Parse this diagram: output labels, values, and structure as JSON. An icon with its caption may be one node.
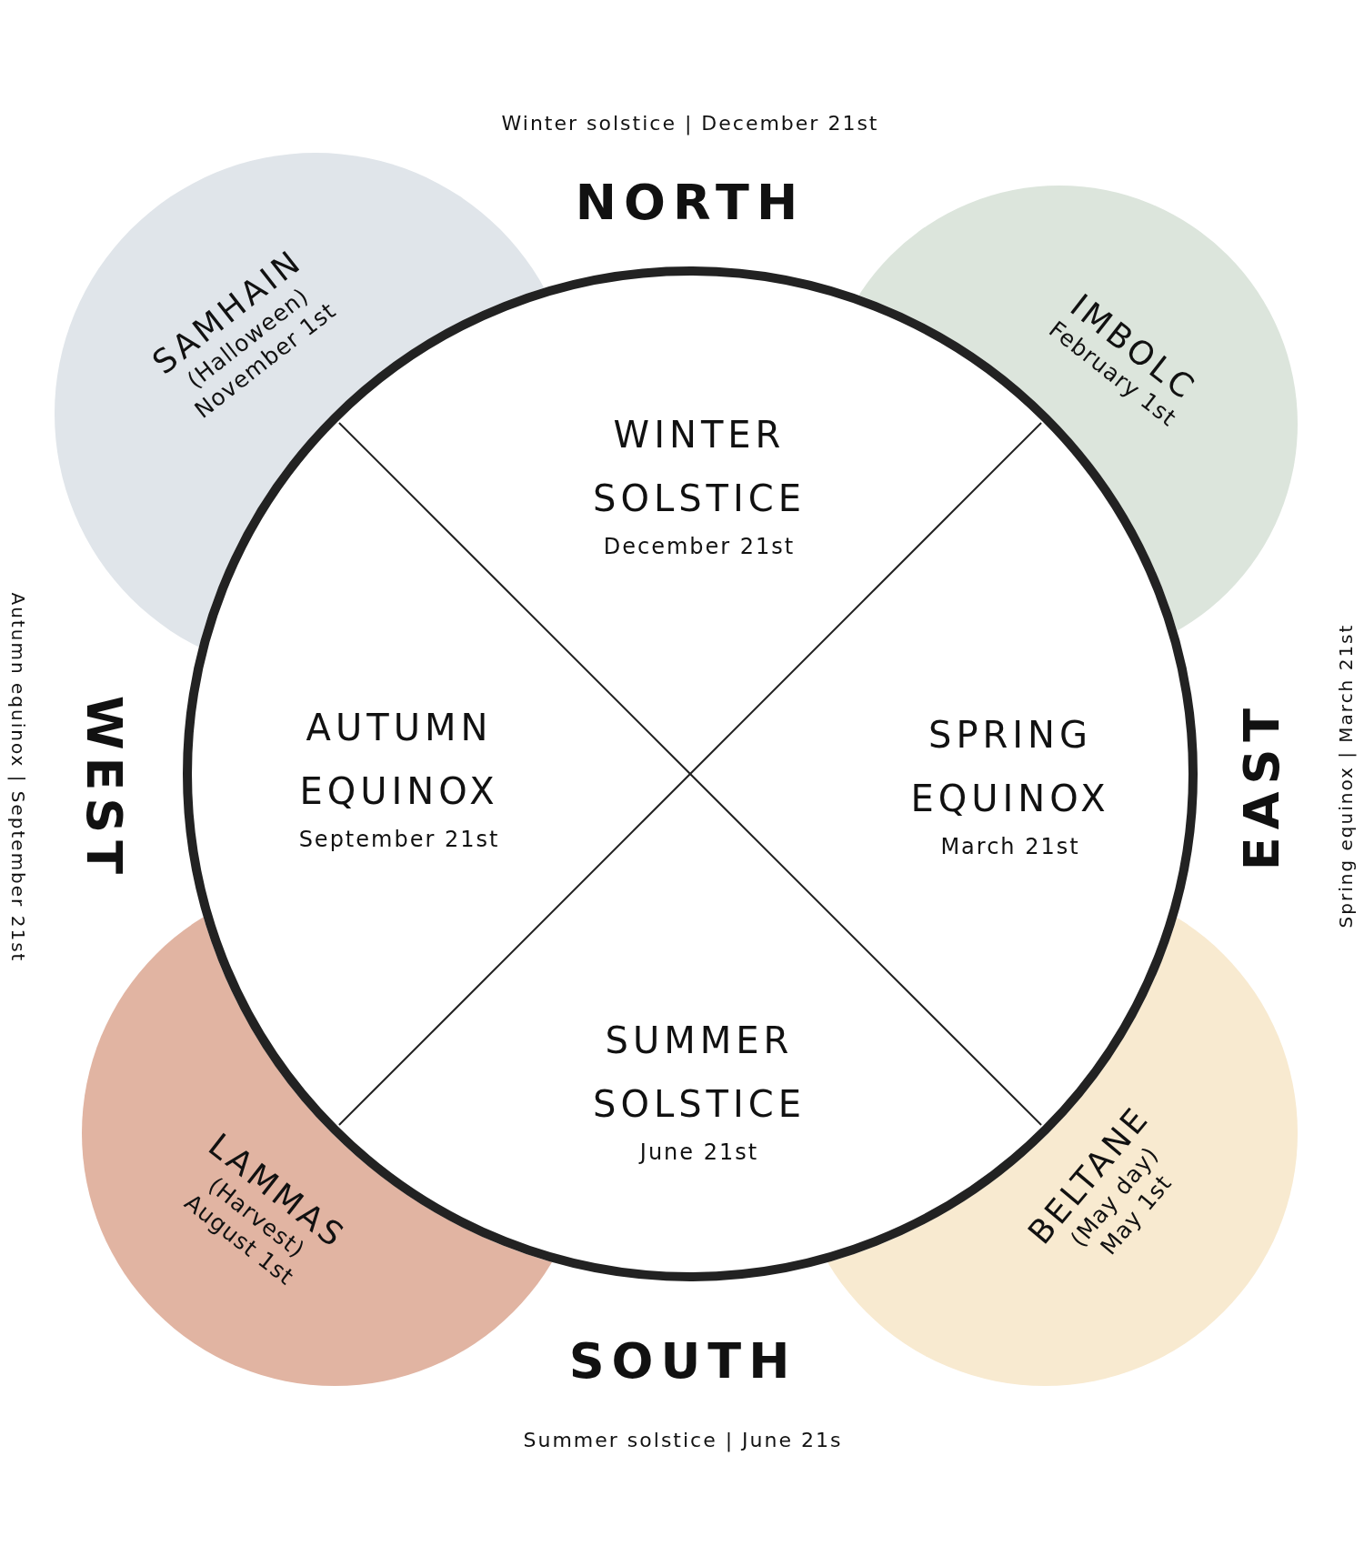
{
  "diagram": {
    "nodes": [
      {
        "text": [],
        "shape": "circle"
      },
      {
        "text": [
          "SAMHAIN",
          "(Halloween)",
          "November 1st"
        ]
      },
      {
        "text": [
          "IMBOLC",
          "February 1st"
        ]
      },
      {
        "text": [
          "WINTER SOLSTICE",
          "December 21st"
        ],
        "in": 0
      },
      {
        "text": [
          "AUTUMN EQUINOX",
          "September 21st"
        ],
        "in": 0
      },
      {
        "text": [
          "SPRING EQUINOX",
          "March 21st"
        ],
        "in": 0
      },
      {
        "text": [
          "SUMMER SOLSTICE",
          "June 21st"
        ],
        "in": 0
      },
      {
        "text": [
          "LAMMAS",
          "(Harvest)",
          "August 1st"
        ]
      },
      {
        "text": [
          "BELTANE",
          "(May day)",
          "May 1st"
        ]
      }
    ],
    "labels": [
      "Winter solstice | December 21st",
      "NORTH",
      "Autumn equinox | September 21st",
      "WEST",
      "EAST",
      "Spring equinox | March 21st",
      "SOUTH",
      "Summer solstice | June 21s"
    ]
  }
}
